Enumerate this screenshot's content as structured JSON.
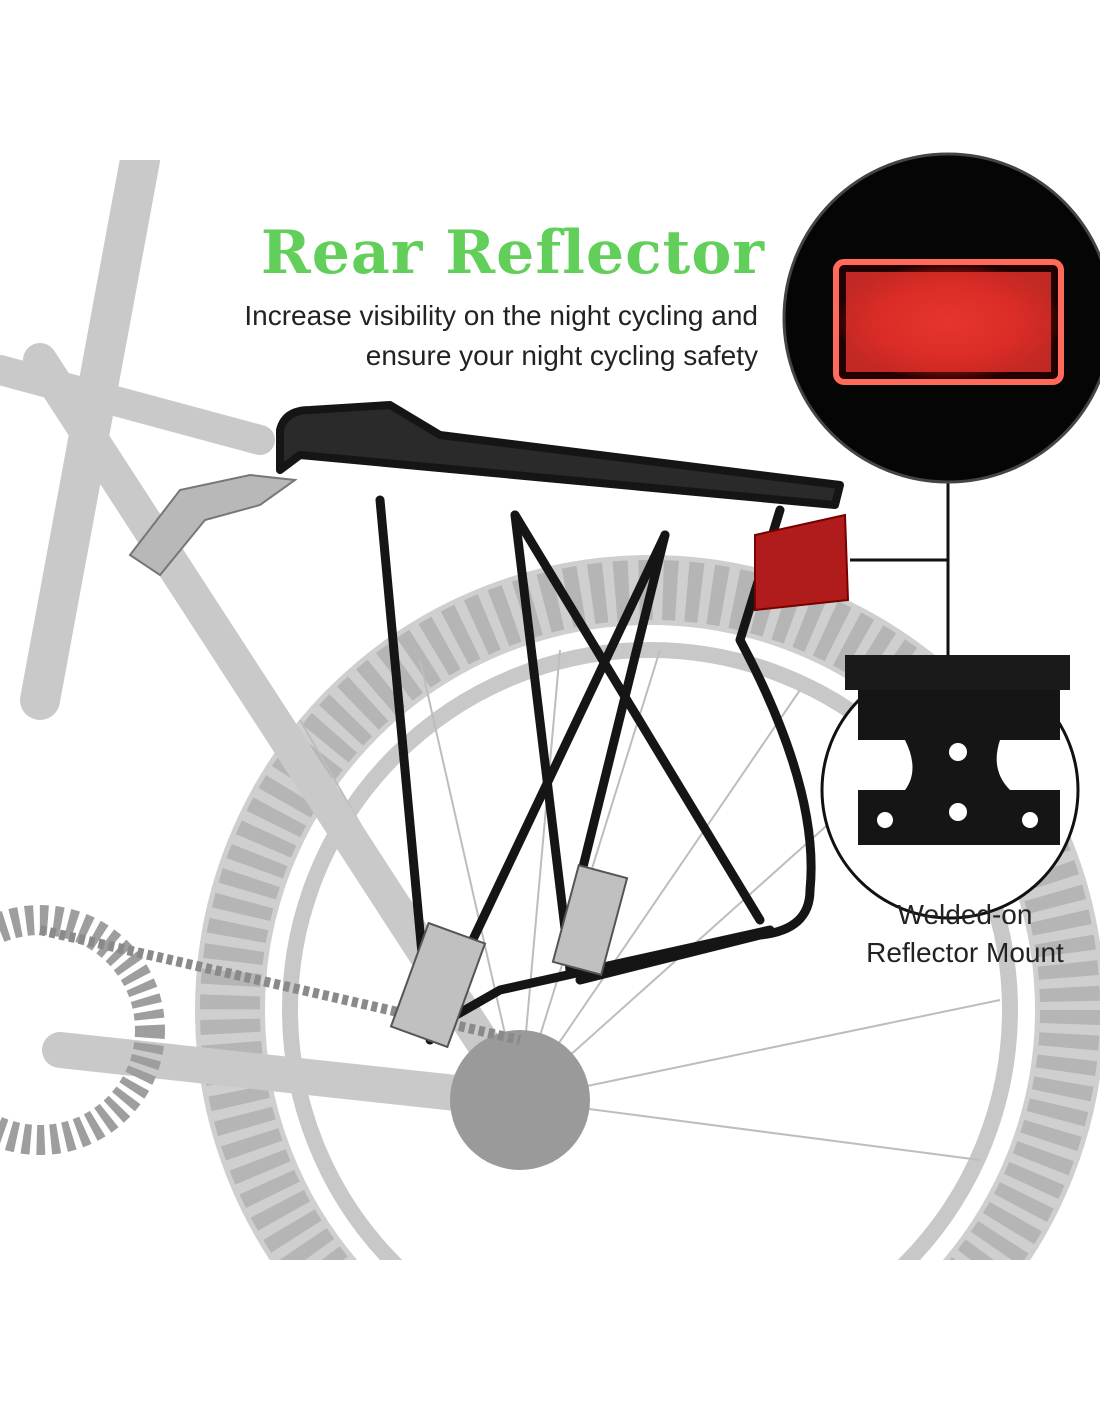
{
  "title": "Rear Reflector",
  "subtitle": {
    "line1": "Increase visibility on the night cycling and",
    "line2": "ensure your night cycling safety"
  },
  "caption": {
    "line1": "Welded-on",
    "line2": "Reflector Mount"
  },
  "colors": {
    "title_green": "#62cf5b",
    "reflector_red": "#e0302a",
    "rack_black": "#151515",
    "bike_gray": "#c4c4c4"
  }
}
